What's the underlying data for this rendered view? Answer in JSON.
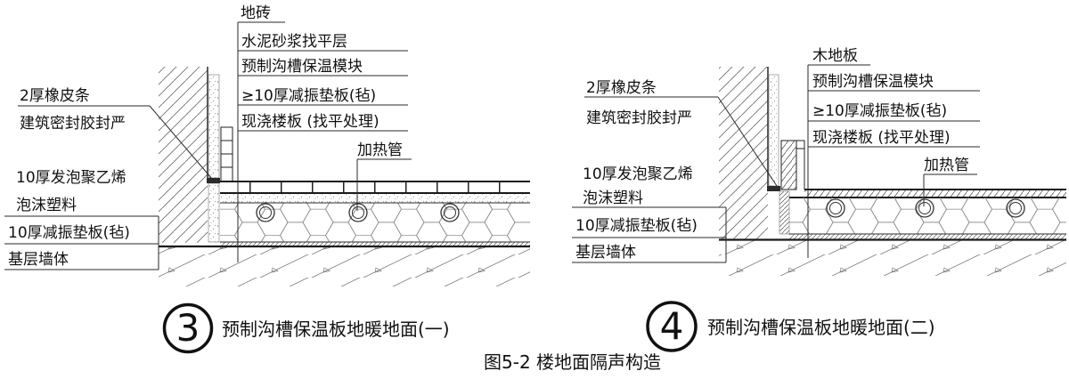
{
  "figure_caption": "图5-2  楼地面隔声构造",
  "palette": {
    "ink": "#1a1a1a",
    "hatch": "#7a7a7a",
    "background": "#ffffff",
    "rubber_strip": "#2b2b2b"
  },
  "details": [
    {
      "number": "3",
      "title": "预制沟槽保温板地暖地面(一)",
      "top_labels": [
        "地砖",
        "水泥砂浆找平层",
        "预制沟槽保温模块",
        "≥10厚减振垫板(毡)",
        "现浇楼板 (找平处理)"
      ],
      "side_labels": [
        "2厚橡皮条",
        "建筑密封胶封严",
        "10厚发泡聚乙烯",
        "泡沫塑料",
        "10厚减振垫板(毡)",
        "基层墙体"
      ],
      "pipe_label": "加热管"
    },
    {
      "number": "4",
      "title": "预制沟槽保温板地暖地面(二)",
      "top_labels": [
        "木地板",
        "预制沟槽保温模块",
        "≥10厚减振垫板(毡)",
        "现浇楼板 (找平处理)"
      ],
      "side_labels": [
        "2厚橡皮条",
        "建筑密封胶封严",
        "10厚发泡聚乙烯",
        "泡沫塑料",
        "10厚减振垫板(毡)",
        "基层墙体"
      ],
      "pipe_label": "加热管"
    }
  ]
}
